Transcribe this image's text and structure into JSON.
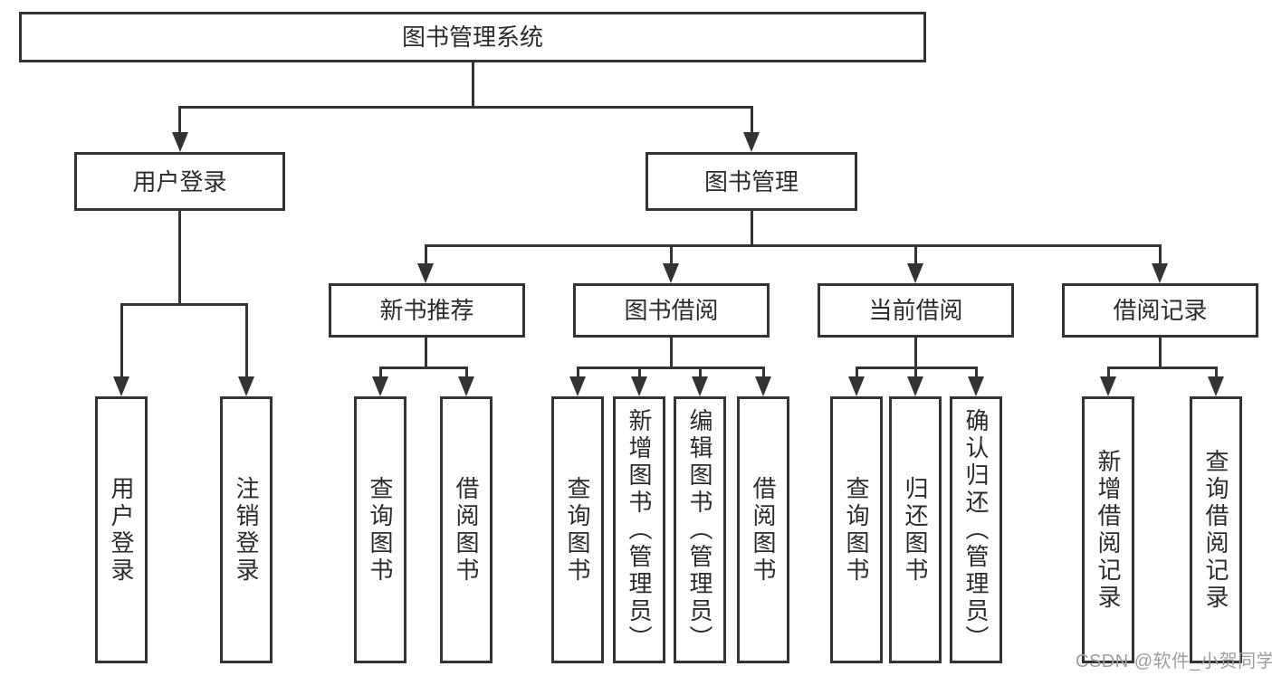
{
  "tree": {
    "root": {
      "label": "图书管理系统"
    },
    "branches": [
      {
        "label": "用户登录",
        "children": [
          {
            "label": "用户登录"
          },
          {
            "label": "注销登录"
          }
        ]
      },
      {
        "label": "图书管理",
        "children": [
          {
            "label": "新书推荐",
            "children": [
              {
                "label": "查询图书"
              },
              {
                "label": "借阅图书"
              }
            ]
          },
          {
            "label": "图书借阅",
            "children": [
              {
                "label": "查询图书"
              },
              {
                "label": "新增图书（管理员）"
              },
              {
                "label": "编辑图书（管理员）"
              },
              {
                "label": "借阅图书"
              }
            ]
          },
          {
            "label": "当前借阅",
            "children": [
              {
                "label": "查询图书"
              },
              {
                "label": "归还图书"
              },
              {
                "label": "确认归还（管理员）"
              }
            ]
          },
          {
            "label": "借阅记录",
            "children": [
              {
                "label": "新增借阅记录"
              },
              {
                "label": "查询借阅记录"
              }
            ]
          }
        ]
      }
    ]
  },
  "watermark": "CSDN @软件_小贺同学",
  "colors": {
    "line": "#333333",
    "text": "#2b2b2b",
    "watermark": "#9e9e9e",
    "background": "#ffffff"
  }
}
